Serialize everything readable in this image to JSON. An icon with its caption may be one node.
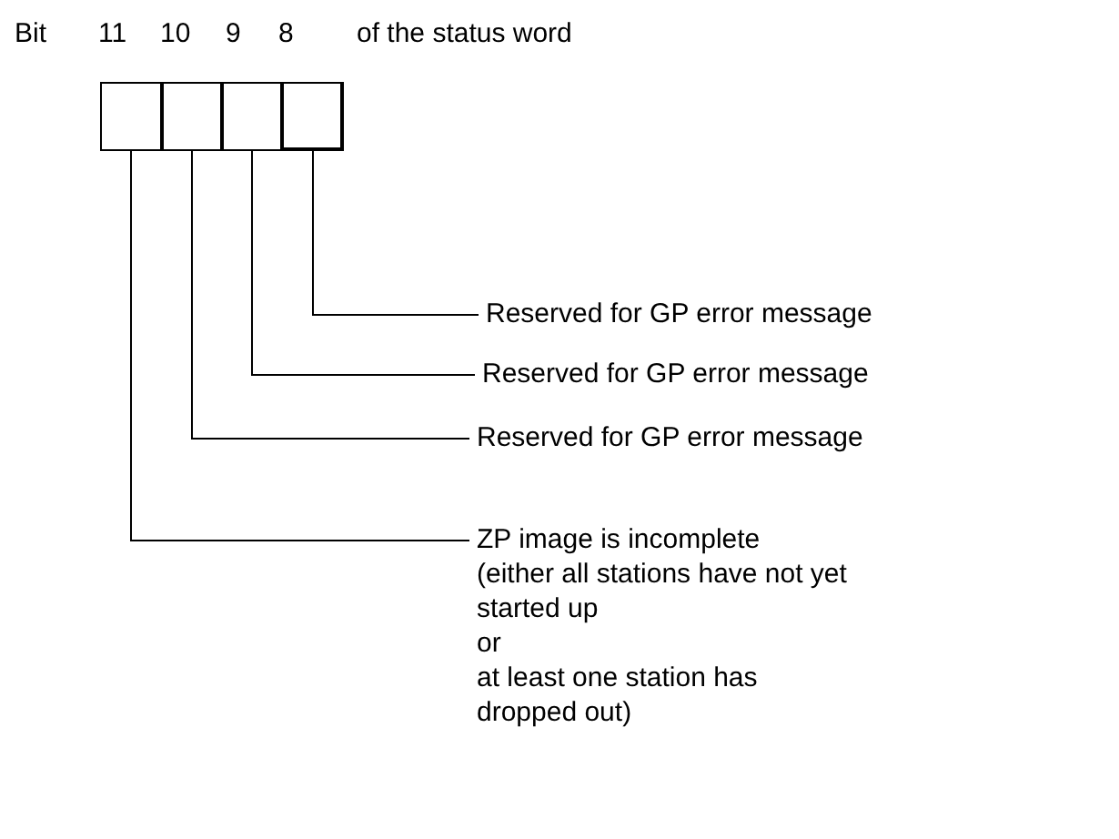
{
  "diagram": {
    "nodes": [
      {
        "text": [],
        "shape": "box"
      },
      {
        "text": [],
        "shape": "box"
      },
      {
        "text": [],
        "shape": "box"
      },
      {
        "text": [],
        "shape": "box"
      },
      {
        "text": [
          "Reserved for GP error message"
        ]
      },
      {
        "text": [
          "Reserved for GP error message"
        ]
      },
      {
        "text": [
          "Reserved for GP error message"
        ]
      },
      {
        "text": [
          "ZP image is incomplete",
          "(either all stations have not yet started up",
          "or",
          "at least one station has dropped out)"
        ]
      }
    ],
    "edges": [
      {
        "from": 4,
        "to": 3,
        "arrow": "none"
      },
      {
        "from": 5,
        "to": 2,
        "arrow": "none"
      },
      {
        "from": 6,
        "to": 1,
        "arrow": "none"
      },
      {
        "from": 7,
        "to": 0,
        "arrow": "none"
      }
    ],
    "labels": [
      "Bit",
      "11",
      "10",
      "9",
      "8",
      "of the status word"
    ]
  }
}
